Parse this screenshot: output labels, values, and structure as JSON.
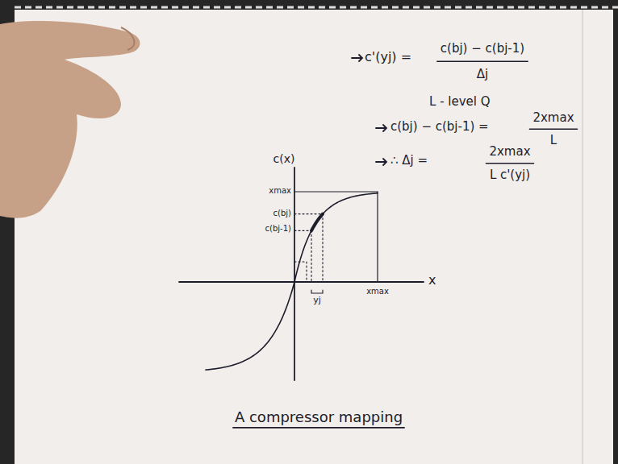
{
  "diagram": {
    "caption": "A compressor mapping",
    "labels": [
      "c'(yj) =",
      "c(bj) − c(bj-1)",
      "Δj",
      "L - level Q",
      "c(bj) − c(bj-1) =",
      "2xmax",
      "L",
      "∴ Δj =",
      "2xmax",
      "L c'(yj)",
      "c(x)",
      "x",
      "xmax",
      "xmax",
      "c(bj)",
      "c(bj-1)",
      "yj"
    ]
  }
}
